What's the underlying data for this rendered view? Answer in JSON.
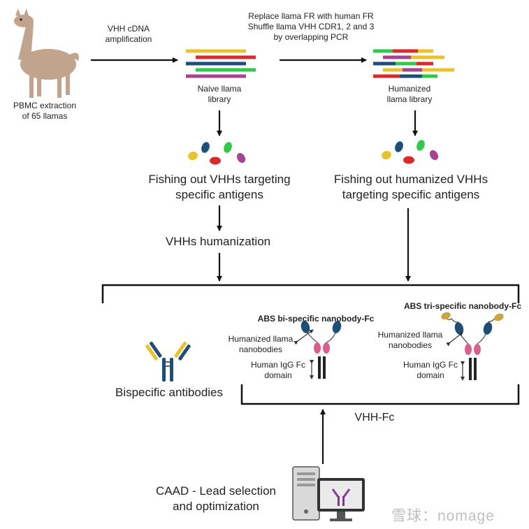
{
  "labels": {
    "pbmc": "PBMC extraction\nof 65 llamas",
    "amplification": "VHH cDNA\namplification",
    "replace": "Replace llama FR with human FR\nShuffle llama VHH CDR1, 2 and 3\nby overlapping PCR",
    "naive_library": "Naive llama\nlibrary",
    "humanized_library": "Humanized\nllama library",
    "fishing_left": "Fishing out VHHs targeting\nspecific antigens",
    "fishing_right": "Fishing out humanized VHHs\ntargeting specific antigens",
    "humanization": "VHHs humanization",
    "bispecific": "Bispecific antibodies",
    "bi_title": "ABS bi-specific nanobody-Fc",
    "tri_title": "ABS tri-specific nanobody-Fc",
    "humanized_nb_left": "Humanized llama\nnanobodies",
    "human_fc_left": "Human IgG Fc\ndomain",
    "humanized_nb_right": "Humanized llama\nnanobodies",
    "human_fc_right": "Human IgG Fc\ndomain",
    "vhh_fc": "VHH-Fc",
    "caad": "CAAD - Lead selection\nand optimization",
    "watermark": "雪球：nomage"
  },
  "colors": {
    "yellow": "#e8c32e",
    "red": "#d92b2b",
    "navy": "#1f4e79",
    "green": "#34c84a",
    "purple": "#a6448f",
    "pink": "#d9608a",
    "llama": "#c2a48c"
  },
  "icons": [
    "llama-icon",
    "computer-icon",
    "antibody-icon",
    "nanobody-fc-icon"
  ]
}
